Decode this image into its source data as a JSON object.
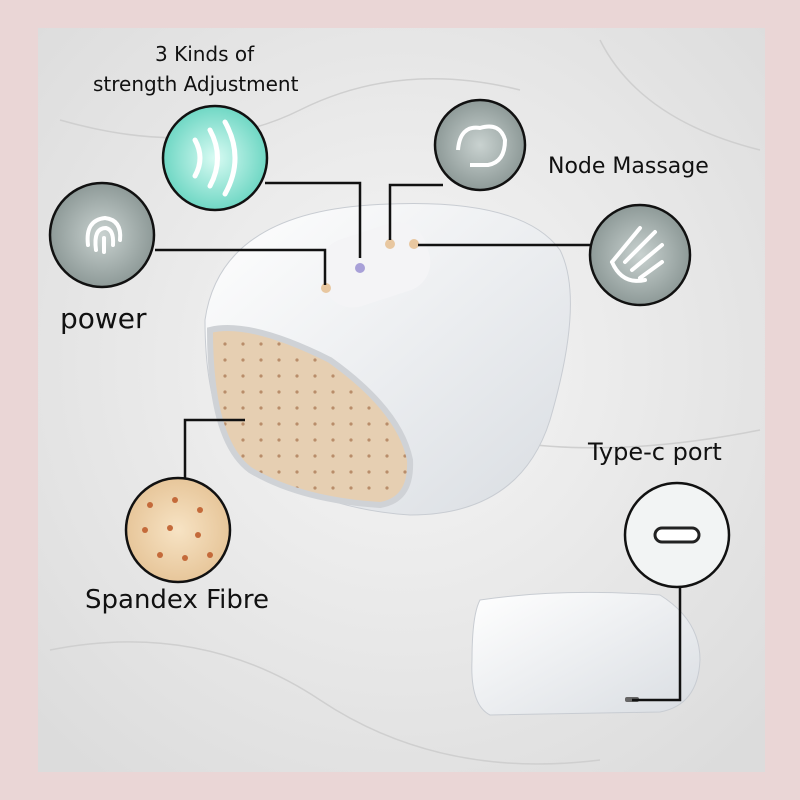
{
  "labels": {
    "strength_line1": "3 Kinds of",
    "strength_line2": "strength Adjustment",
    "node_massage": "Node Massage",
    "power": "power",
    "spandex": "Spandex Fibre",
    "typec": "Type-c port"
  },
  "colors": {
    "frame": "#ead6d6",
    "marble": "#eeeeee",
    "teal": "#7fe0cf",
    "lining": "#e6cfb2"
  },
  "icons": [
    "strength-waves-icon",
    "power-icon",
    "node-massage-icon",
    "hand-massage-icon",
    "spandex-texture-icon",
    "usb-c-port-icon"
  ]
}
